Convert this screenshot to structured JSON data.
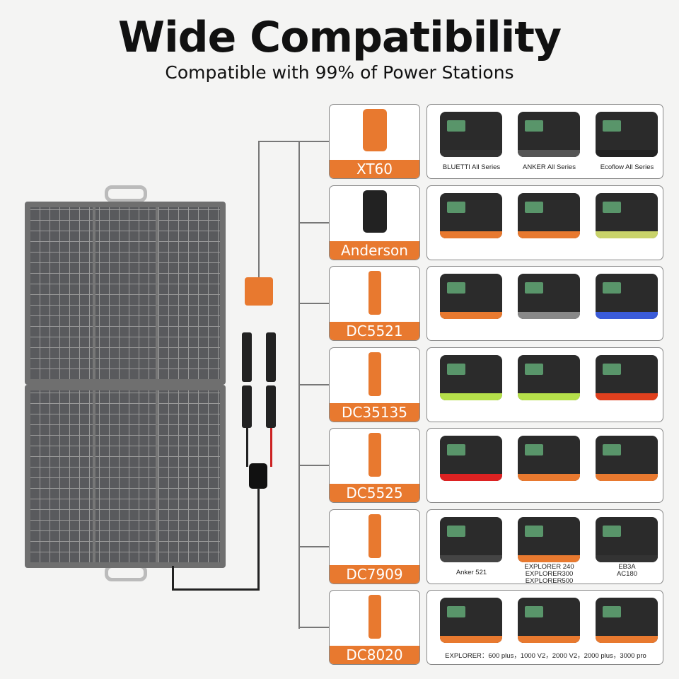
{
  "header": {
    "title": "Wide Compatibility",
    "subtitle": "Compatible with 99% of Power Stations"
  },
  "colors": {
    "accent": "#e8792f",
    "device_dark": "#2b2b2b"
  },
  "rows": [
    {
      "connector": "XT60",
      "products": [
        {
          "caption": "BLUETTI All Series",
          "accent": "#333"
        },
        {
          "caption": "ANKER All Series",
          "accent": "#555"
        },
        {
          "caption": "Ecoflow All Series",
          "accent": "#222"
        }
      ]
    },
    {
      "connector": "Anderson",
      "products": [
        {
          "caption": "",
          "accent": "#e8792f"
        },
        {
          "caption": "",
          "accent": "#e8792f"
        },
        {
          "caption": "",
          "accent": "#c9d36a"
        }
      ]
    },
    {
      "connector": "DC5521",
      "products": [
        {
          "caption": "",
          "accent": "#e8792f"
        },
        {
          "caption": "",
          "accent": "#888"
        },
        {
          "caption": "",
          "accent": "#3a5bd9"
        }
      ]
    },
    {
      "connector": "DC35135",
      "products": [
        {
          "caption": "",
          "accent": "#b5e04a"
        },
        {
          "caption": "",
          "accent": "#b5e04a"
        },
        {
          "caption": "",
          "accent": "#e0401e"
        }
      ]
    },
    {
      "connector": "DC5525",
      "products": [
        {
          "caption": "",
          "accent": "#d22"
        },
        {
          "caption": "",
          "accent": "#e8792f"
        },
        {
          "caption": "",
          "accent": "#e8792f"
        }
      ]
    },
    {
      "connector": "DC7909",
      "products": [
        {
          "caption": "Anker 521",
          "accent": "#444"
        },
        {
          "caption": "EXPLORER 240\nEXPLORER300\nEXPLORER500",
          "accent": "#e8792f"
        },
        {
          "caption": "EB3A\nAC180",
          "accent": "#333"
        }
      ]
    },
    {
      "connector": "DC8020",
      "products": [
        {
          "caption": "",
          "accent": "#e8792f"
        },
        {
          "caption": "",
          "accent": "#e8792f"
        },
        {
          "caption": "",
          "accent": "#e8792f"
        }
      ],
      "row_caption": "EXPLORER：600 plus，1000 V2，2000 V2，2000 plus，3000 pro"
    }
  ]
}
